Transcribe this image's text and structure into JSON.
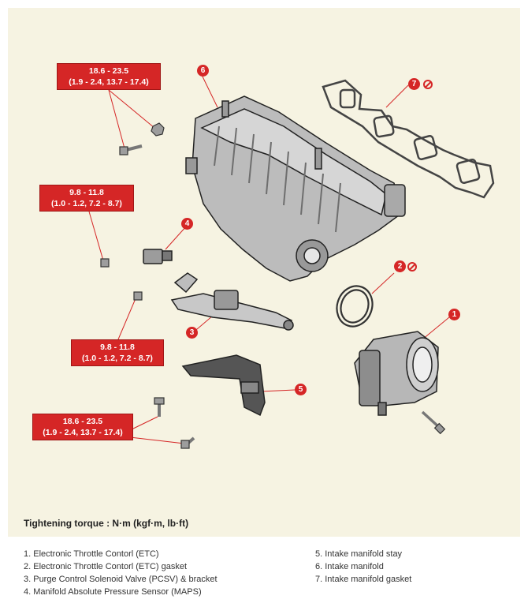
{
  "torque_labels": [
    {
      "line1": "18.6 - 23.5",
      "line2": "(1.9 - 2.4, 13.7 - 17.4)"
    },
    {
      "line1": "9.8 - 11.8",
      "line2": "(1.0 - 1.2, 7.2 - 8.7)"
    },
    {
      "line1": "9.8 - 11.8",
      "line2": "(1.0 - 1.2, 7.2 - 8.7)"
    },
    {
      "line1": "18.6 - 23.5",
      "line2": "(1.9 - 2.4, 13.7 - 17.4)"
    }
  ],
  "callouts": [
    "1",
    "2",
    "3",
    "4",
    "5",
    "6",
    "7"
  ],
  "caption": "Tightening torque : N·m (kgf·m, lb·ft)",
  "legend": {
    "left": [
      "1. Electronic Throttle Contorl (ETC)",
      "2. Electronic Throttle Contorl (ETC) gasket",
      "3. Purge Control Solenoid Valve (PCSV) & bracket",
      "4. Manifold Absolute Pressure Sensor (MAPS)"
    ],
    "right": [
      "5. Intake manifold stay",
      "6. Intake manifold",
      "7. Intake manifold gasket"
    ]
  },
  "colors": {
    "callout": "#d52626",
    "figure_background": "#f6f3e2"
  },
  "icons": [
    "no-reuse-icon"
  ]
}
